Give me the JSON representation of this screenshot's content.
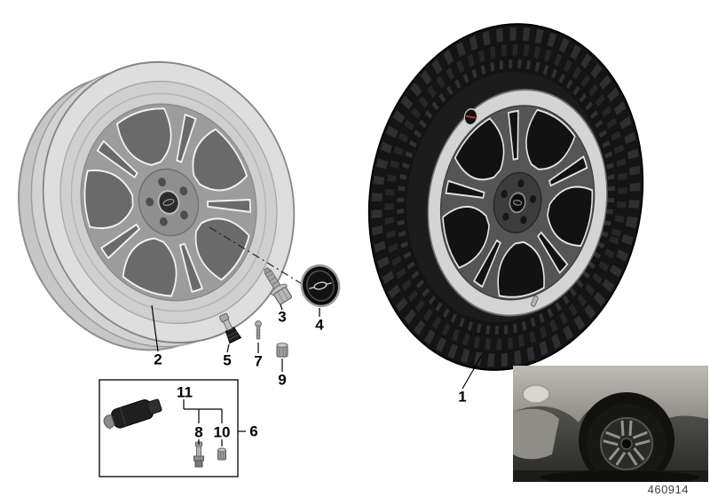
{
  "diagram": {
    "doc_number": "460914",
    "callouts": {
      "1": "1",
      "2": "2",
      "3": "3",
      "4": "4",
      "5": "5",
      "6": "6",
      "7": "7",
      "8": "8",
      "9": "9",
      "10": "10",
      "11": "11"
    },
    "icons": {
      "mini_logo": "oval-wings-emblem",
      "jcw_badge": "round-rim-badge"
    },
    "colors": {
      "background": "#ffffff",
      "leader_line": "#000000",
      "tire": "#161616",
      "alloy": "#c9c9c9"
    }
  }
}
